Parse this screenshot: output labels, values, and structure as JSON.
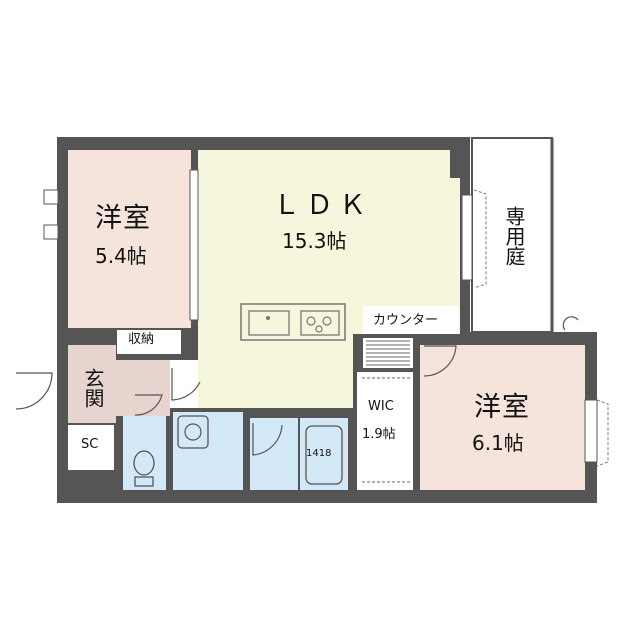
{
  "rooms": {
    "bedroom_left": {
      "name": "洋室",
      "size": "5.4帖"
    },
    "ldk": {
      "name": "ＬＤＫ",
      "size": "15.3帖"
    },
    "private_garden": {
      "name": "専用庭"
    },
    "storage": {
      "name": "収納"
    },
    "entrance": {
      "name": "玄関"
    },
    "shoe_closet": {
      "name": "SC"
    },
    "counter": {
      "name": "カウンター"
    },
    "wic": {
      "name": "WIC",
      "size": "1.9帖"
    },
    "bedroom_right": {
      "name": "洋室",
      "size": "6.1帖"
    },
    "bath": {
      "label": "1418"
    }
  },
  "colors": {
    "wall": "#555555",
    "bedroom": "#f5e4dc",
    "ldk": "#f6f6dc",
    "wet_area": "#d4e9f7",
    "entrance": "#e8d4cf",
    "white_area": "#ffffff"
  }
}
